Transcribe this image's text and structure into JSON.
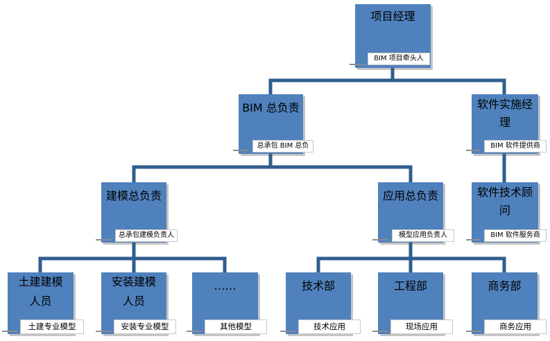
{
  "nodes": {
    "pm": {
      "title": "项目经理",
      "sub": "BIM 项目牵头人"
    },
    "bim_lead": {
      "title": "BIM 总负责",
      "sub": "总承包 BIM 总负"
    },
    "sw_manager": {
      "title": "软件实施经理",
      "sub": "BIM 软件提供商"
    },
    "modeling_lead": {
      "title": "建模总负责",
      "sub": "总承包建模负责人"
    },
    "app_lead": {
      "title": "应用总负责",
      "sub": "模型应用负责人"
    },
    "sw_advisor": {
      "title": "软件技术顾问",
      "sub": "BIM 软件服务商"
    },
    "civil": {
      "title": "土建建模人员",
      "sub": "土建专业模型"
    },
    "install": {
      "title": "安装建模人员",
      "sub": "安装专业模型"
    },
    "other": {
      "title": "……",
      "sub": "其他模型"
    },
    "tech": {
      "title": "技术部",
      "sub": "技术应用"
    },
    "eng": {
      "title": "工程部",
      "sub": "现场应用"
    },
    "biz": {
      "title": "商务部",
      "sub": "商务应用"
    }
  },
  "colors": {
    "box": "#4f81bd",
    "connector": "#2f5e8e",
    "label_bg": "#ffffff"
  }
}
